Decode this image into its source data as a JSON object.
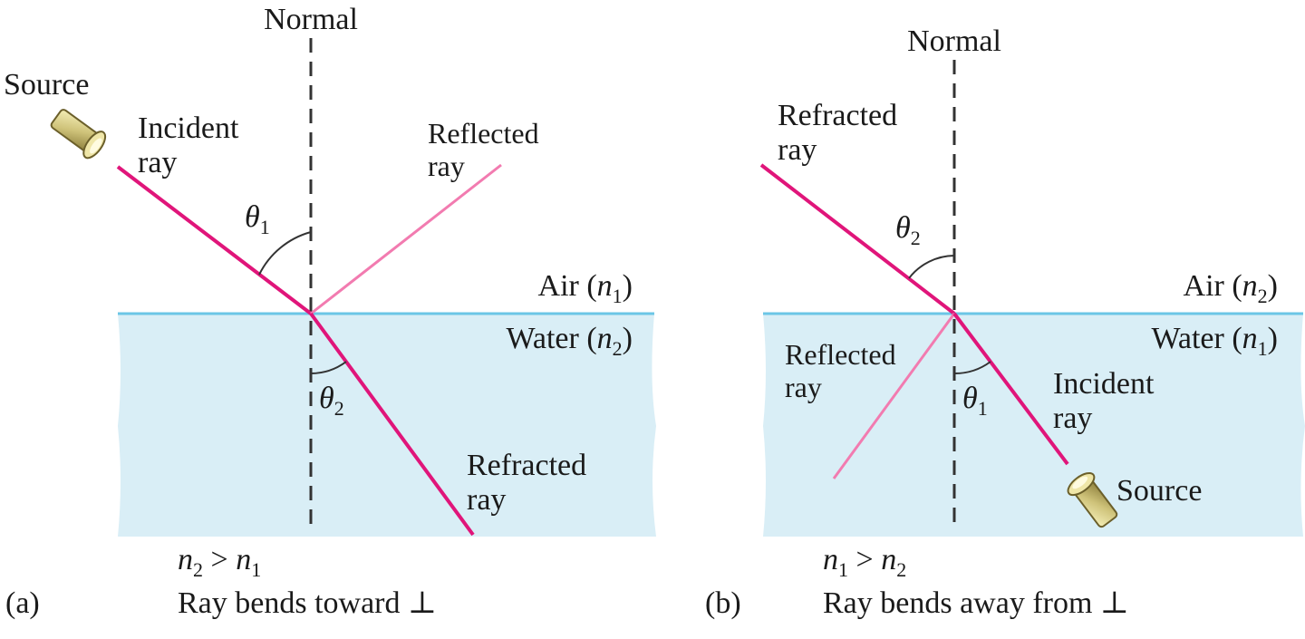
{
  "panel_a": {
    "tag": "(a)",
    "normal_label": "Normal",
    "source_label": "Source",
    "incident_label": [
      "Incident",
      "ray"
    ],
    "reflected_label": [
      "Reflected",
      "ray"
    ],
    "refracted_label": [
      "Refracted",
      "ray"
    ],
    "theta1": {
      "sym": "θ",
      "sub": "1"
    },
    "theta2": {
      "sym": "θ",
      "sub": "2"
    },
    "medium_top": {
      "name": "Air (",
      "n": "n",
      "sub": "1",
      "close": ")"
    },
    "medium_bottom": {
      "name": "Water (",
      "n": "n",
      "sub": "2",
      "close": ")"
    },
    "condition": {
      "a": "n",
      "a_sub": "2",
      "op": " > ",
      "b": "n",
      "b_sub": "1"
    },
    "caption": "Ray bends toward ⊥"
  },
  "panel_b": {
    "tag": "(b)",
    "normal_label": "Normal",
    "source_label": "Source",
    "incident_label": [
      "Incident",
      "ray"
    ],
    "reflected_label": [
      "Reflected",
      "ray"
    ],
    "refracted_label": [
      "Refracted",
      "ray"
    ],
    "theta1": {
      "sym": "θ",
      "sub": "1"
    },
    "theta2": {
      "sym": "θ",
      "sub": "2"
    },
    "medium_top": {
      "name": "Air (",
      "n": "n",
      "sub": "2",
      "close": ")"
    },
    "medium_bottom": {
      "name": "Water (",
      "n": "n",
      "sub": "1",
      "close": ")"
    },
    "condition": {
      "a": "n",
      "a_sub": "1",
      "op": " > ",
      "b": "n",
      "b_sub": "2"
    },
    "caption": "Ray bends away from ⊥"
  },
  "colors": {
    "ray": "#e0157a",
    "reflected_ray": "#f27bb0",
    "water": "#d9eef6",
    "surface": "#6bc6e6",
    "normal": "#333333"
  }
}
